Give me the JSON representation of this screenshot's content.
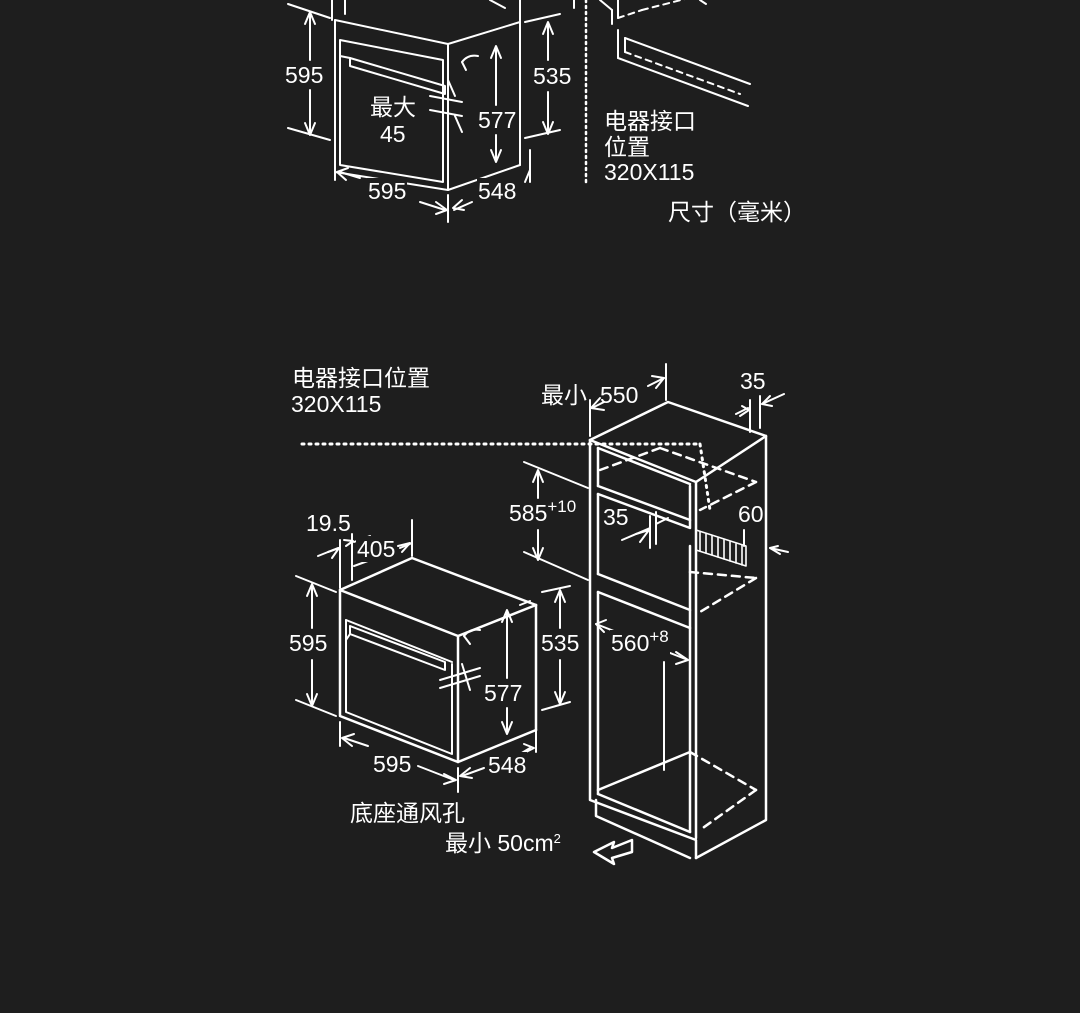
{
  "top": {
    "dim_height": "595",
    "dim_max_label": "最大",
    "dim_max_value": "45",
    "dim_inner": "577",
    "dim_front": "535",
    "dim_width": "595",
    "dim_depth": "548",
    "connection_label_1": "电器接口",
    "connection_label_2": "位置",
    "connection_size": "320X115",
    "units": "尺寸（毫米）"
  },
  "bottom": {
    "connection_label": "电器接口位置",
    "connection_size": "320X115",
    "min_label": "最小",
    "min_value": "550",
    "dim_35_top": "35",
    "dim_585": "585",
    "dim_585_tol": "+10",
    "dim_35_mid": "35",
    "dim_60": "60",
    "dim_19_5": "19.5",
    "dim_405": "405",
    "dim_height": "595",
    "dim_front": "535",
    "dim_560": "560",
    "dim_560_tol": "+8",
    "dim_inner": "577",
    "dim_width": "595",
    "dim_depth": "548",
    "vent_label": "底座通风孔",
    "vent_min_prefix": "最小 50cm",
    "vent_min_exp": "2"
  },
  "colors": {
    "background": "#1e1e1e",
    "line": "#ffffff"
  }
}
